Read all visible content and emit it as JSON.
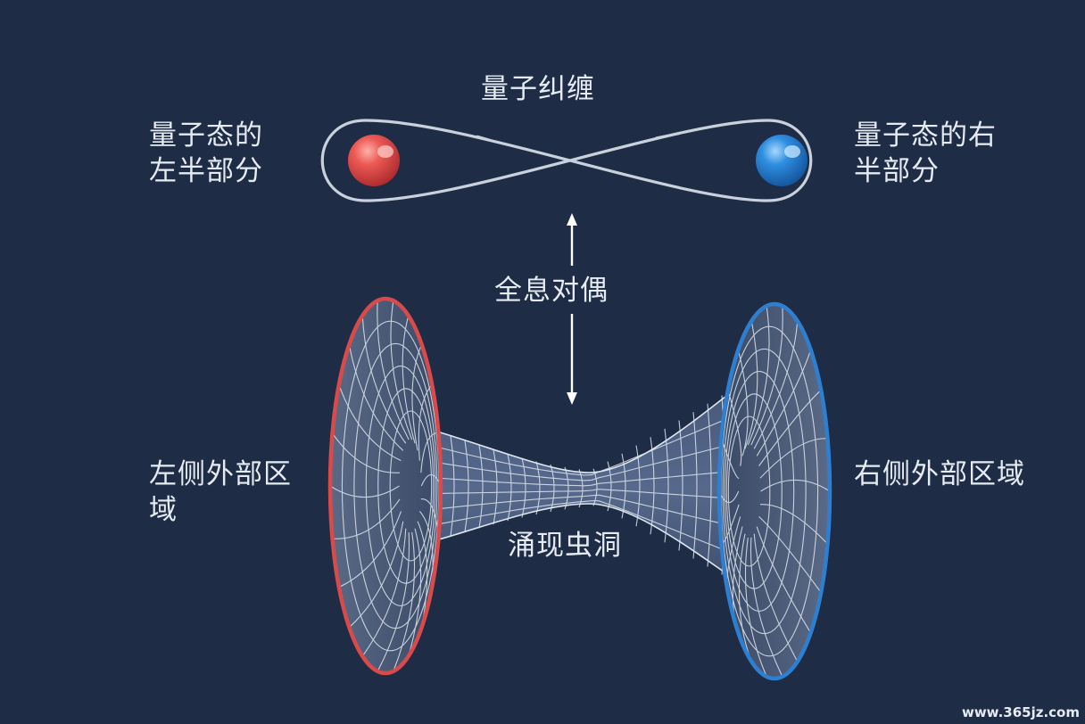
{
  "diagram": {
    "title": "量子纠缠",
    "left_half_label": "量子态的\n左半部分",
    "right_half_label": "量子态的右\n半部分",
    "duality_label": "全息对偶",
    "left_region_label": "左侧外部区\n域",
    "right_region_label": "右侧外部区域",
    "wormhole_label": "涌现虫洞",
    "watermark": "www.365jz.com"
  },
  "colors": {
    "background": "#1e2c46",
    "text": "#e6ebf2",
    "left_accent": "#d94a4a",
    "right_accent": "#2f7fd1",
    "mesh": "#dfe6f0",
    "loop": "#c9d1dd"
  },
  "icons": {
    "left_particle": "red-sphere",
    "right_particle": "blue-sphere",
    "duality_arrow": "double-headed-arrow"
  }
}
